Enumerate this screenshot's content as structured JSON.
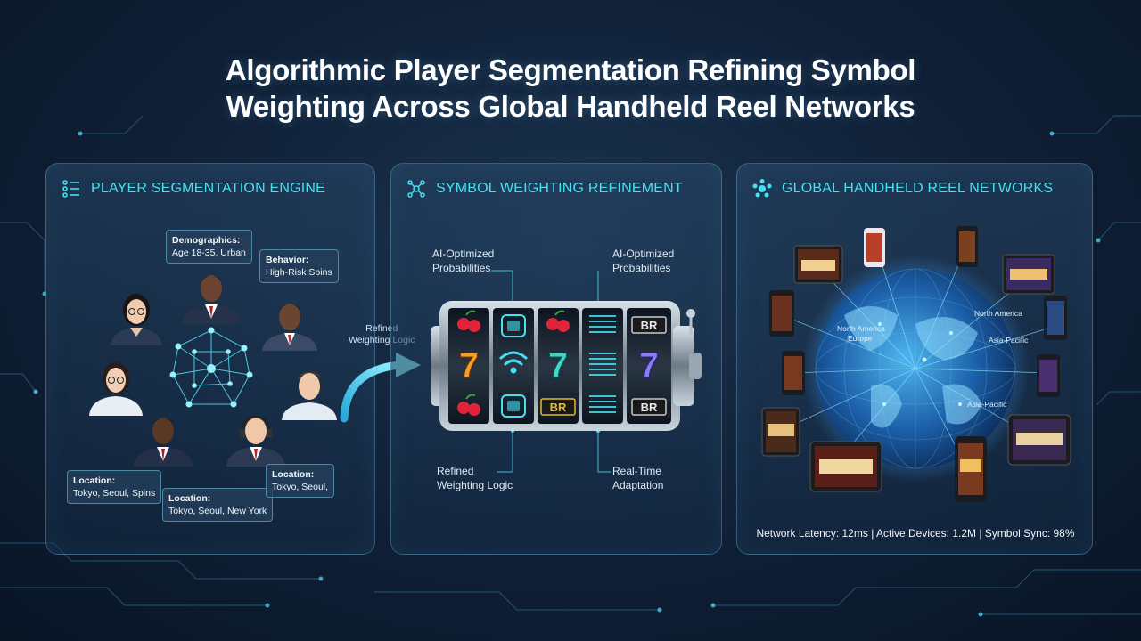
{
  "title_line1": "Algorithmic Player Segmentation Refining Symbol",
  "title_line2": "Weighting Across Global Handheld Reel Networks",
  "panels": {
    "segmentation": {
      "title": "PLAYER SEGMENTATION ENGINE",
      "callouts": {
        "demographics": {
          "title": "Demographics:",
          "text": "Age 18-35, Urban"
        },
        "behavior": {
          "title": "Behavior:",
          "text": "High-Risk Spins"
        },
        "location_a": {
          "title": "Location:",
          "text": "Tokyo, Seoul, Spins"
        },
        "location_b": {
          "title": "Location:",
          "text": "Tokyo, Seoul, New York"
        },
        "location_c": {
          "title": "Location:",
          "text": "Tokyo, Seoul,"
        }
      }
    },
    "arrow_label_line1": "Refined",
    "arrow_label_line2": "Weighting Logic",
    "weighting": {
      "title": "SYMBOL WEIGHTING REFINEMENT",
      "labels": {
        "top_left_1": "AI-Optimized",
        "top_left_2": "Probabilities",
        "top_right_1": "AI-Optimized",
        "top_right_2": "Probabilities",
        "bottom_left_1": "Refined",
        "bottom_left_2": "Weighting Logic",
        "bottom_right_1": "Real-Time",
        "bottom_right_2": "Adaptation"
      },
      "reel_text": {
        "seven": "7",
        "bar": "BR"
      }
    },
    "networks": {
      "title": "GLOBAL HANDHELD REEL NETWORKS",
      "regions": {
        "north_america": "North America",
        "europe_1": "North America",
        "europe_2": "Europe",
        "asia_pacific_1": "Asia-Pacific",
        "asia_pacific_2": "Asia-Pacific"
      },
      "stats": "Network Latency: 12ms | Active Devices: 1.2M | Symbol Sync: 98%"
    }
  },
  "colors": {
    "accent_cyan": "#47e0f0",
    "background": "#0f1f35",
    "cherry": "#e0243a",
    "seven_orange": "#f5a020",
    "seven_green": "#3fd8c8",
    "seven_purple": "#8a7cf5",
    "bar_gold": "#e5b830"
  },
  "icons": [
    "list-icon",
    "network-nodes-icon",
    "globe-nodes-icon",
    "cherry-icon",
    "seven-icon",
    "bar-icon",
    "wifi-icon",
    "binary-icon",
    "arrow-icon"
  ]
}
